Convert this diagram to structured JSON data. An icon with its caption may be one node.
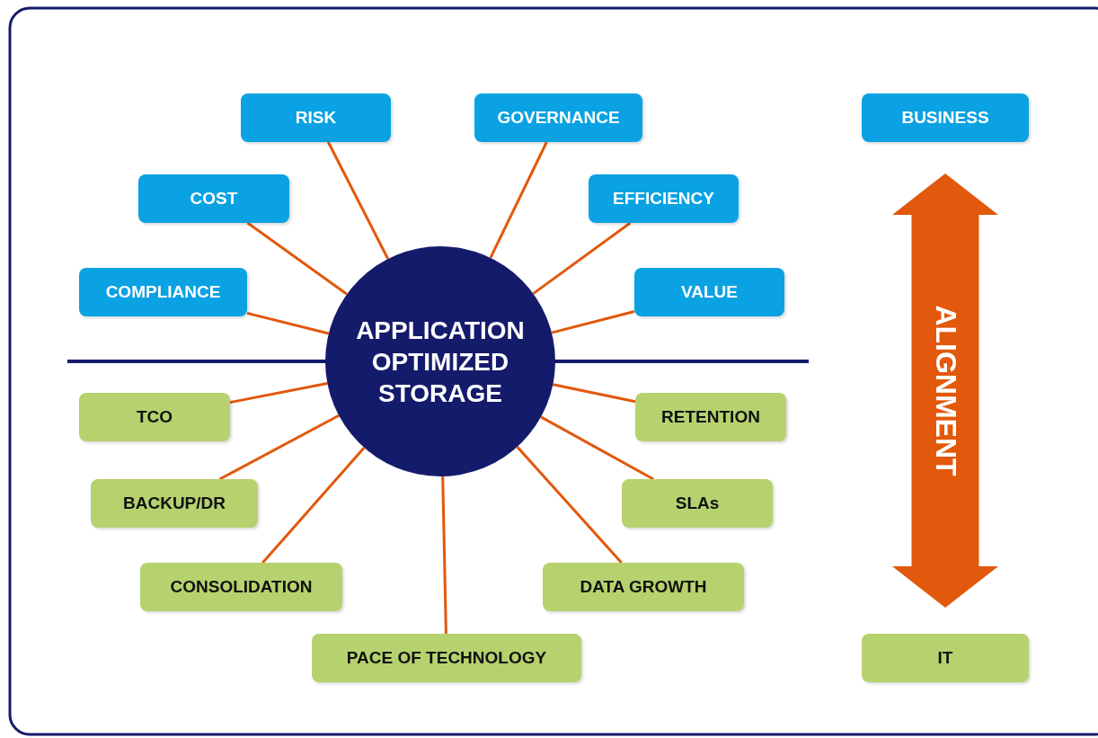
{
  "diagram": {
    "nodes": [
      {
        "text": [
          "APPLICATION OPTIMIZED STORAGE"
        ]
      },
      {
        "text": [
          "RISK"
        ]
      },
      {
        "text": [
          "GOVERNANCE"
        ]
      },
      {
        "text": [
          "COST"
        ]
      },
      {
        "text": [
          "EFFICIENCY"
        ]
      },
      {
        "text": [
          "COMPLIANCE"
        ]
      },
      {
        "text": [
          "VALUE"
        ]
      },
      {
        "text": [
          "BUSINESS"
        ]
      },
      {
        "text": [
          "TCO"
        ]
      },
      {
        "text": [
          "RETENTION"
        ]
      },
      {
        "text": [
          "BACKUP/DR"
        ]
      },
      {
        "text": [
          "SLAs"
        ]
      },
      {
        "text": [
          "CONSOLIDATION"
        ]
      },
      {
        "text": [
          "DATA GROWTH"
        ]
      },
      {
        "text": [
          "PACE OF TECHNOLOGY"
        ]
      },
      {
        "text": [
          "IT"
        ]
      }
    ],
    "edges": [
      {
        "from": 0,
        "to": 1,
        "arrow": "none"
      },
      {
        "from": 0,
        "to": 2,
        "arrow": "none"
      },
      {
        "from": 0,
        "to": 3,
        "arrow": "none"
      },
      {
        "from": 0,
        "to": 4,
        "arrow": "none"
      },
      {
        "from": 0,
        "to": 5,
        "arrow": "none"
      },
      {
        "from": 0,
        "to": 6,
        "arrow": "none"
      },
      {
        "from": 0,
        "to": 8,
        "arrow": "none"
      },
      {
        "from": 0,
        "to": 9,
        "arrow": "none"
      },
      {
        "from": 0,
        "to": 10,
        "arrow": "none"
      },
      {
        "from": 0,
        "to": 11,
        "arrow": "none"
      },
      {
        "from": 0,
        "to": 12,
        "arrow": "none"
      },
      {
        "from": 0,
        "to": 13,
        "arrow": "none"
      },
      {
        "from": 0,
        "to": 14,
        "arrow": "none"
      },
      {
        "from": 7,
        "to": 15,
        "arrow": "both",
        "label": "ALIGNMENT",
        "style": "thick"
      }
    ]
  }
}
